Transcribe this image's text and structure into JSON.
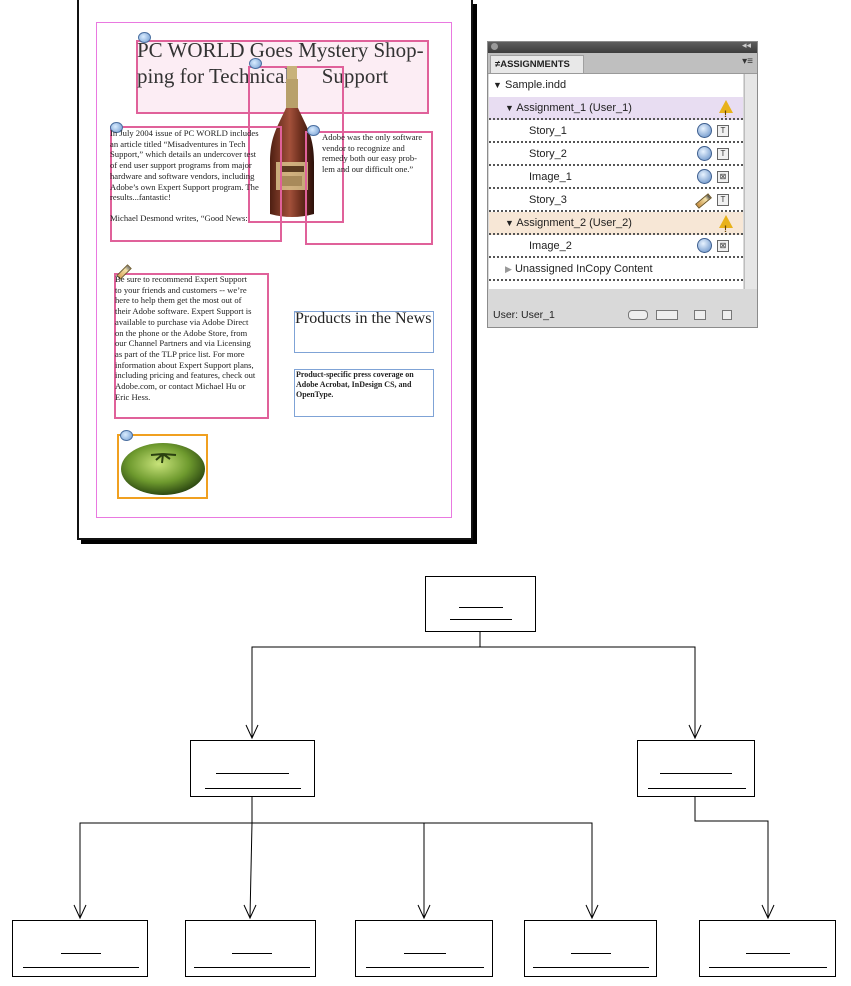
{
  "layout_page": {
    "headline": "PC WORLD Goes Mystery Shop-ping for Technical Support",
    "headline_line1": "PC WORLD Goes Mystery Shop-",
    "headline_line2": "ping for Technical      Support",
    "story_left_lines": [
      "In July 2004 issue of PC WORLD includes",
      "an article titled “Misadventures in Tech",
      "Support,” which details an undercover test",
      "of end user support programs from major",
      "hardware and software vendors, including",
      "Adobe’s own Expert Support program. The",
      "results...fantastic!",
      "",
      "Michael Desmond writes, “Good News:"
    ],
    "story_right_lines": [
      "Adobe was the only software",
      "vendor to recognize and",
      "remedy both our easy prob-",
      "lem and our difficult one.”"
    ],
    "story_lower_lines": [
      "Be sure to recommend Expert Support",
      "to your friends and customers -- we’re",
      "here to help them get the most out of",
      "their Adobe software. Expert Support is",
      "available to purchase via Adobe Direct",
      "on the phone or the Adobe Store, from",
      "our Channel Partners and via Licensing",
      "as part of the TLP price list. For more",
      "information about Expert Support plans,",
      "including pricing and features, check out",
      "Adobe.com, or contact Michael Hu or",
      "Eric Hess."
    ],
    "sidebar_title": "Products in the News",
    "sidebar_text_lines": [
      "Product-specific press coverage on",
      "Adobe Acrobat, InDesign CS, and",
      "OpenType."
    ]
  },
  "assignments_panel": {
    "tab_label": "≠ASSIGNMENTS",
    "document": "Sample.indd",
    "rows": [
      {
        "label": "Assignment_1 (User_1)",
        "kind": "assignment",
        "tint": "#e8ddf2",
        "icon": "warning-icon"
      },
      {
        "label": "Story_1",
        "kind": "item",
        "icon": "bubble-icon",
        "status_icon": "text-icon"
      },
      {
        "label": "Story_2",
        "kind": "item",
        "icon": "bubble-icon",
        "status_icon": "text-icon"
      },
      {
        "label": "Image_1",
        "kind": "item",
        "icon": "bubble-icon",
        "status_icon": "image-icon"
      },
      {
        "label": "Story_3",
        "kind": "item",
        "icon": "pencil-icon",
        "status_icon": "text-icon"
      },
      {
        "label": "Assignment_2 (User_2)",
        "kind": "assignment",
        "tint": "#f7e7d6",
        "icon": "warning-icon"
      },
      {
        "label": "Image_2",
        "kind": "item",
        "icon": "bubble-icon",
        "status_icon": "image-icon"
      },
      {
        "label": "Unassigned InCopy Content",
        "kind": "unassigned"
      }
    ],
    "user_label": "User: User_1"
  },
  "tree_diagram": {
    "root": "",
    "level1": [
      "",
      ""
    ],
    "level2": [
      "",
      "",
      "",
      "",
      ""
    ]
  }
}
